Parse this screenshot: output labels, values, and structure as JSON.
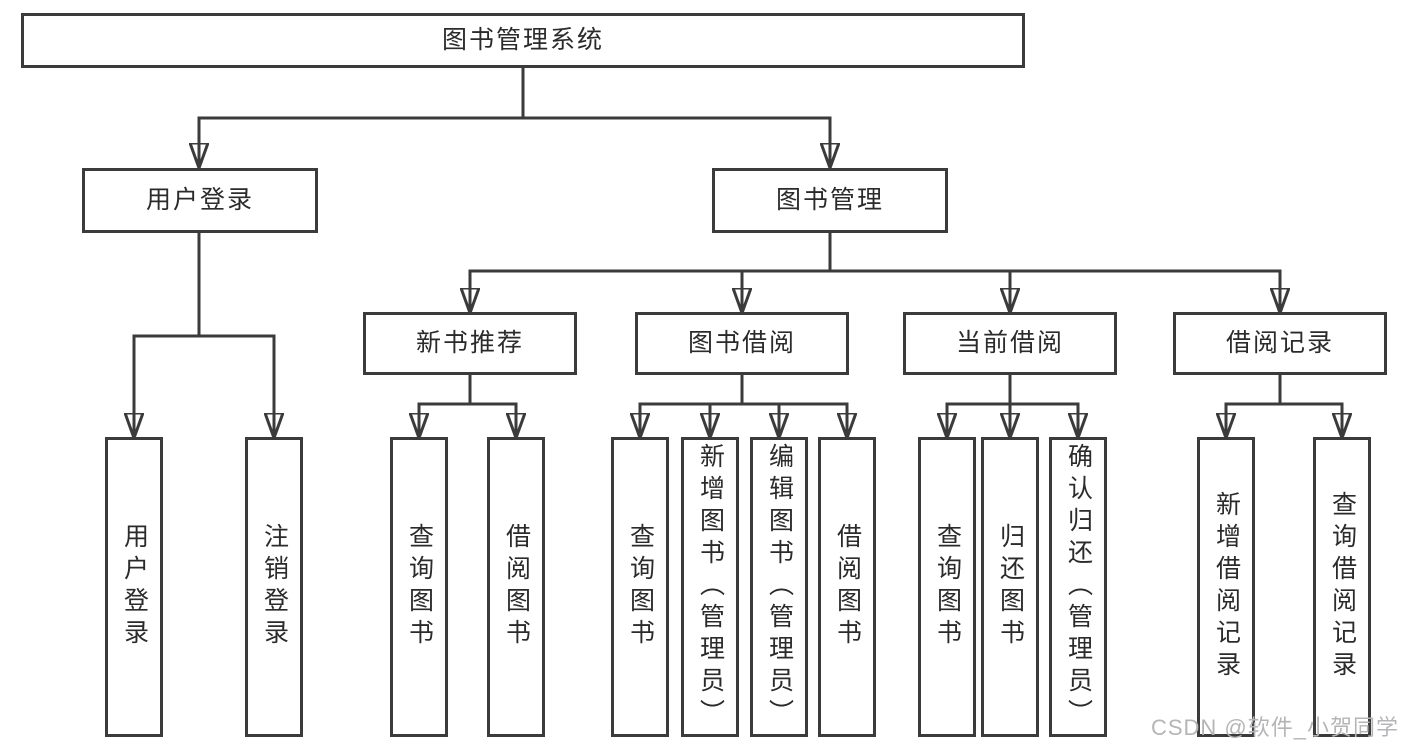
{
  "diagram": {
    "root": {
      "label": "图书管理系统"
    },
    "user_branch": {
      "label": "用户登录",
      "children": [
        {
          "label": "用户登录"
        },
        {
          "label": "注销登录"
        }
      ]
    },
    "book_branch": {
      "label": "图书管理",
      "groups": [
        {
          "label": "新书推荐",
          "children": [
            {
              "label": "查询图书"
            },
            {
              "label": "借阅图书"
            }
          ]
        },
        {
          "label": "图书借阅",
          "children": [
            {
              "label": "查询图书"
            },
            {
              "label": "新增图书（管理员）"
            },
            {
              "label": "编辑图书（管理员）"
            },
            {
              "label": "借阅图书"
            }
          ]
        },
        {
          "label": "当前借阅",
          "children": [
            {
              "label": "查询图书"
            },
            {
              "label": "归还图书"
            },
            {
              "label": "确认归还（管理员）"
            }
          ]
        },
        {
          "label": "借阅记录",
          "children": [
            {
              "label": "新增借阅记录"
            },
            {
              "label": "查询借阅记录"
            }
          ]
        }
      ]
    }
  },
  "watermark": {
    "text": "CSDN @软件_小贺同学"
  },
  "colors": {
    "line": "#3b3b3b",
    "text": "#2b2b2b",
    "background": "#ffffff",
    "watermark": "#b5b5b8"
  }
}
